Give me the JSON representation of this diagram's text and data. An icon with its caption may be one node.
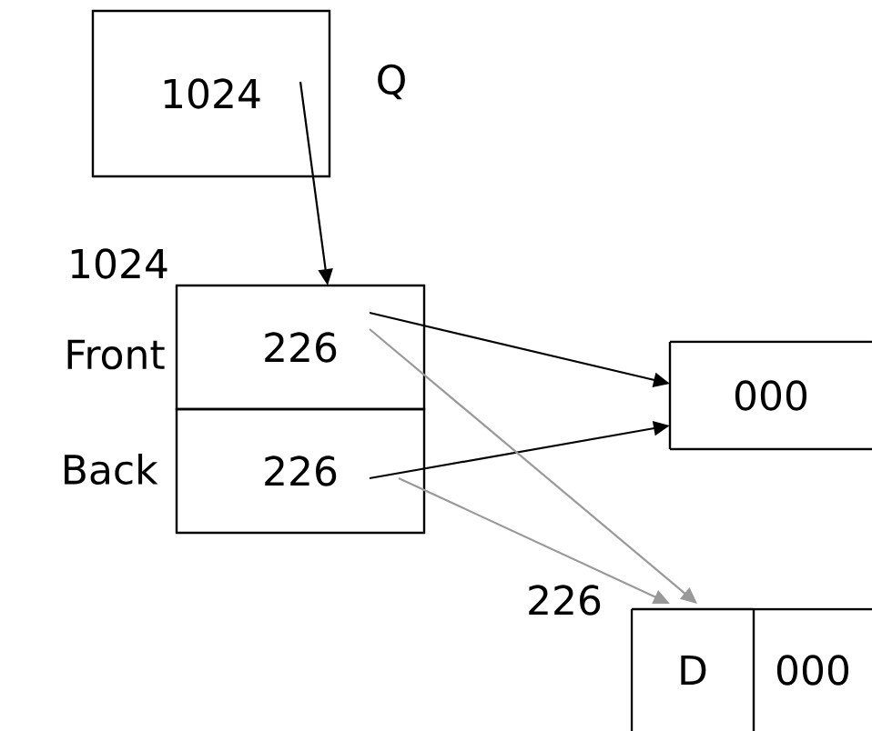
{
  "diagram": {
    "nodes": [
      {
        "text": [
          "1024"
        ],
        "beside": [
          "Q"
        ]
      },
      {
        "text": [
          "226"
        ],
        "beside": [
          "Front"
        ]
      },
      {
        "text": [
          "226"
        ],
        "beside": [
          "Back"
        ]
      },
      {
        "text": [
          "000"
        ]
      },
      {
        "text": [
          "D"
        ]
      },
      {
        "text": [
          "000"
        ]
      }
    ],
    "edges": [
      {
        "from": 0,
        "to": 1,
        "arrow": "to"
      },
      {
        "from": 1,
        "to": 3,
        "arrow": "to"
      },
      {
        "from": 2,
        "to": 3,
        "arrow": "to"
      },
      {
        "from": 1,
        "to": 4,
        "arrow": "to",
        "color": "#999999"
      },
      {
        "from": 2,
        "to": 4,
        "arrow": "to",
        "color": "#999999"
      }
    ],
    "labels": [
      "1024",
      "226"
    ]
  }
}
